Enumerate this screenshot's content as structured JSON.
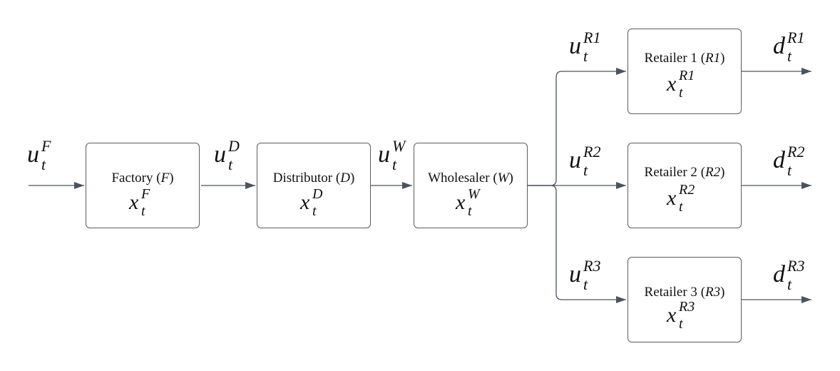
{
  "nodes": {
    "factory": {
      "name": "Factory",
      "abbr": "F",
      "state_base": "x",
      "state_sub": "t",
      "state_sup": "F"
    },
    "distributor": {
      "name": "Distributor",
      "abbr": "D",
      "state_base": "x",
      "state_sub": "t",
      "state_sup": "D"
    },
    "wholesaler": {
      "name": "Wholesaler",
      "abbr": "W",
      "state_base": "x",
      "state_sub": "t",
      "state_sup": "W"
    },
    "retailer1": {
      "name": "Retailer 1",
      "abbr": "R1",
      "state_base": "x",
      "state_sub": "t",
      "state_sup": "R1"
    },
    "retailer2": {
      "name": "Retailer 2",
      "abbr": "R2",
      "state_base": "x",
      "state_sub": "t",
      "state_sup": "R2"
    },
    "retailer3": {
      "name": "Retailer 3",
      "abbr": "R3",
      "state_base": "x",
      "state_sub": "t",
      "state_sup": "R3"
    }
  },
  "edges": {
    "uF": {
      "base": "u",
      "sub": "t",
      "sup": "F"
    },
    "uD": {
      "base": "u",
      "sub": "t",
      "sup": "D"
    },
    "uW": {
      "base": "u",
      "sub": "t",
      "sup": "W"
    },
    "uR1": {
      "base": "u",
      "sub": "t",
      "sup": "R1"
    },
    "uR2": {
      "base": "u",
      "sub": "t",
      "sup": "R2"
    },
    "uR3": {
      "base": "u",
      "sub": "t",
      "sup": "R3"
    },
    "dR1": {
      "base": "d",
      "sub": "t",
      "sup": "R1"
    },
    "dR2": {
      "base": "d",
      "sub": "t",
      "sup": "R2"
    },
    "dR3": {
      "base": "d",
      "sub": "t",
      "sup": "R3"
    }
  },
  "colors": {
    "line": "#4a5360",
    "border": "#5c5c5c",
    "text": "#111111"
  }
}
